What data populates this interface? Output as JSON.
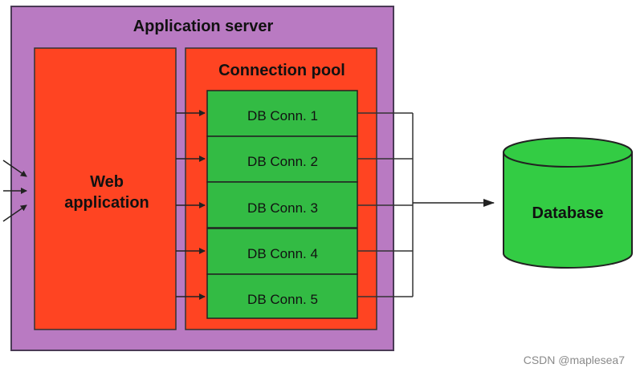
{
  "app_server": {
    "title": "Application server",
    "color": "#b97ac2"
  },
  "web_app": {
    "label_line1": "Web",
    "label_line2": "application",
    "color": "#ff4422"
  },
  "pool": {
    "title": "Connection pool",
    "color": "#ff4422",
    "connections": [
      "DB Conn. 1",
      "DB Conn. 2",
      "DB Conn. 3",
      "DB Conn. 4",
      "DB Conn. 5"
    ],
    "connection_color": "#33bb44"
  },
  "database": {
    "label": "Database",
    "color": "#33cc44"
  },
  "watermark": "CSDN @maplesea7"
}
